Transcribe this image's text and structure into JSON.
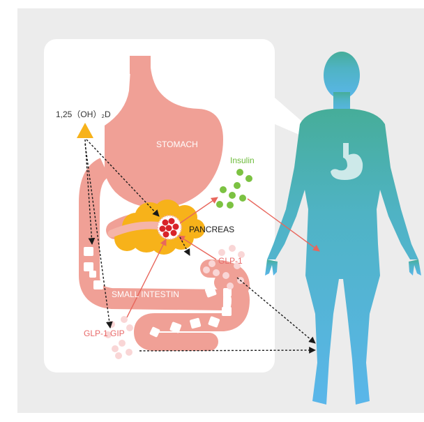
{
  "labels": {
    "vitamin_d": "1,25（OH）₂D",
    "stomach": "STOMACH",
    "pancreas": "PANCREAS",
    "insulin": "Insulin",
    "glp1": "GLP-1",
    "small_intestine": "SMALL INTESTIN",
    "glp1_gip": "GLP-1 GIP"
  },
  "colors": {
    "background_panel": "#ececec",
    "inset_panel": "#ffffff",
    "stomach": "#f0a096",
    "pancreas": "#f7b21a",
    "islet": "#d8232a",
    "insulin": "#7cc242",
    "hormone_dots": "#f9d6d6",
    "arrow_red": "#e8675d",
    "arrow_dashed": "#1a1a1a",
    "body_top": "#46b0a0",
    "body_bottom": "#57b8e6",
    "label_dark": "#333333",
    "label_pink": "#e86a6a",
    "label_green": "#6dbb3b"
  },
  "icons": [
    "vitamin-d-triangle-icon",
    "body-silhouette-icon",
    "stomach-icon"
  ]
}
